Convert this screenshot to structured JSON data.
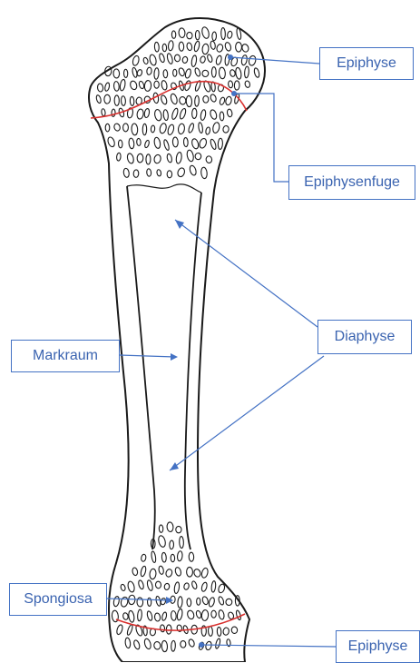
{
  "labels": {
    "epiphyse_top": "Epiphyse",
    "epiphysenfuge": "Epiphysenfuge",
    "diaphyse": "Diaphyse",
    "markraum": "Markraum",
    "spongiosa": "Spongiosa",
    "epiphyse_bottom": "Epiphyse"
  },
  "colors": {
    "outline": "#1a1a1a",
    "growth_plate": "#d9302e",
    "callout": "#4472c4",
    "label_text": "#3a63b0"
  }
}
